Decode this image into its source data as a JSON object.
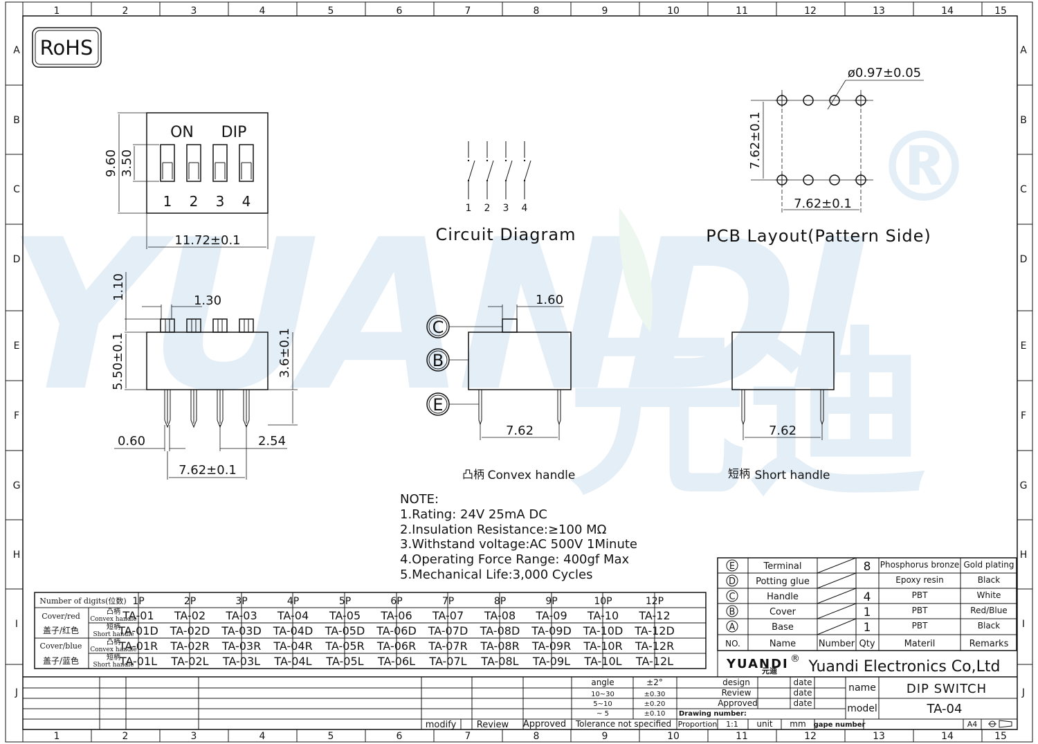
{
  "border": {
    "columns": [
      "1",
      "2",
      "3",
      "4",
      "5",
      "6",
      "7",
      "8",
      "9",
      "10",
      "11",
      "12",
      "13",
      "14",
      "15"
    ],
    "rows": [
      "A",
      "B",
      "C",
      "D",
      "E",
      "F",
      "G",
      "H",
      "I",
      "J"
    ]
  },
  "logo": {
    "rohs": "RoHS",
    "registered": "®"
  },
  "top_view": {
    "labels": {
      "on": "ON",
      "dip": "DIP"
    },
    "switch_numbers": [
      "1",
      "2",
      "3",
      "4"
    ],
    "dims": {
      "height_total": "9.60",
      "height_switch": "3.50",
      "width": "11.72±0.1"
    }
  },
  "circuit": {
    "numbers": [
      "1",
      "2",
      "3",
      "4"
    ],
    "caption": "Circuit Diagram"
  },
  "pcb": {
    "hole": "ø0.97±0.05",
    "v_pitch": "7.62±0.1",
    "h_pitch": "7.62±0.1",
    "caption": "PCB Layout(Pattern Side)"
  },
  "front_view": {
    "dims": {
      "actuator_h": "1.10",
      "actuator_w": "1.30",
      "body_h": "5.50±0.1",
      "pin_len": "3.6±0.1",
      "pin_w": "0.60",
      "pitch": "2.54",
      "row": "7.62±0.1"
    }
  },
  "side_convex": {
    "callouts": [
      "C",
      "B",
      "E"
    ],
    "handle_w": "1.60",
    "row": "7.62",
    "caption_cn": "凸柄",
    "caption": "Convex handle"
  },
  "side_short": {
    "row": "7.62",
    "caption_cn": "短柄",
    "caption": "Short handle"
  },
  "notes": {
    "title": "NOTE:",
    "lines": [
      "1.Rating: 24V 25mA DC",
      "2.Insulation Resistance:≥100 MΩ",
      "3.Withstand voltage:AC 500V 1Minute",
      "4.Operating Force Range: 400gf Max",
      "5.Mechanical Life:3,000 Cycles"
    ]
  },
  "parts_table": {
    "header": "Number of digits(位数)",
    "columns": [
      "1P",
      "2P",
      "3P",
      "4P",
      "5P",
      "6P",
      "7P",
      "8P",
      "9P",
      "10P",
      "12P"
    ],
    "groups": [
      {
        "label_en": "Cover/red",
        "label_cn": "盖子/红色"
      },
      {
        "label_en": "Cover/blue",
        "label_cn": "盖子/蓝色"
      }
    ],
    "sublabels": [
      {
        "cn": "凸柄",
        "en": "Convex handle"
      },
      {
        "cn": "短柄",
        "en": "Short handle"
      },
      {
        "cn": "凸柄",
        "en": "Convex handle"
      },
      {
        "cn": "短柄",
        "en": "Short handle"
      }
    ],
    "rows": [
      [
        "TA-01",
        "TA-02",
        "TA-03",
        "TA-04",
        "TA-05",
        "TA-06",
        "TA-07",
        "TA-08",
        "TA-09",
        "TA-10",
        "TA-12"
      ],
      [
        "TA-01D",
        "TA-02D",
        "TA-03D",
        "TA-04D",
        "TA-05D",
        "TA-06D",
        "TA-07D",
        "TA-08D",
        "TA-09D",
        "TA-10D",
        "TA-12D"
      ],
      [
        "TA-01R",
        "TA-02R",
        "TA-03R",
        "TA-04R",
        "TA-05R",
        "TA-06R",
        "TA-07R",
        "TA-08R",
        "TA-09R",
        "TA-10R",
        "TA-12R"
      ],
      [
        "TA-01L",
        "TA-02L",
        "TA-03L",
        "TA-04L",
        "TA-05L",
        "TA-06L",
        "TA-07L",
        "TA-08L",
        "TA-09L",
        "TA-10L",
        "TA-12L"
      ]
    ]
  },
  "bom": {
    "rows": [
      {
        "no": "E",
        "name": "Terminal",
        "number": "",
        "qty": "8",
        "material": "Phosphorus bronze",
        "remarks": "Gold plating"
      },
      {
        "no": "D",
        "name": "Potting glue",
        "number": "",
        "qty": "",
        "material": "Epoxy resin",
        "remarks": "Black"
      },
      {
        "no": "C",
        "name": "Handle",
        "number": "",
        "qty": "4",
        "material": "PBT",
        "remarks": "White"
      },
      {
        "no": "B",
        "name": "Cover",
        "number": "",
        "qty": "1",
        "material": "PBT",
        "remarks": "Red/Blue"
      },
      {
        "no": "A",
        "name": "Base",
        "number": "",
        "qty": "1",
        "material": "PBT",
        "remarks": "Black"
      }
    ],
    "header": {
      "no": "NO.",
      "name": "Name",
      "number": "Number",
      "qty": "Qty",
      "material": "Materil",
      "remarks": "Remarks"
    }
  },
  "title_block": {
    "brand_logo": "YUANDI",
    "brand_cn": "元迪",
    "company": "Yuandi Electronics Co,Ltd",
    "design": "design",
    "review": "Review",
    "approved": "Approved",
    "date": "date",
    "drawing_number": "Drawing number:",
    "proportion": "Proportion",
    "scale": "1:1",
    "unit": "unit",
    "mm": "mm",
    "gape_number": "gape number",
    "sheet": "A4",
    "name_label": "name",
    "name_value": "DIP SWITCH",
    "model_label": "model",
    "model_value": "TA-04"
  },
  "tolerance": {
    "rows": [
      [
        "angle",
        "±2°"
      ],
      [
        "10~30",
        "±0.30"
      ],
      [
        "5~10",
        "±0.20"
      ],
      [
        "~ 5",
        "±0.10"
      ]
    ],
    "footer": "Tolerance not specified"
  },
  "revision": {
    "modify": "modify",
    "review": "Review",
    "approved": "Approved"
  },
  "watermark": {
    "text": "YUANDI",
    "cn": "元迪",
    "registered": "®",
    "color": "#2f7fc4",
    "leaf_color": "#7bc08a"
  }
}
